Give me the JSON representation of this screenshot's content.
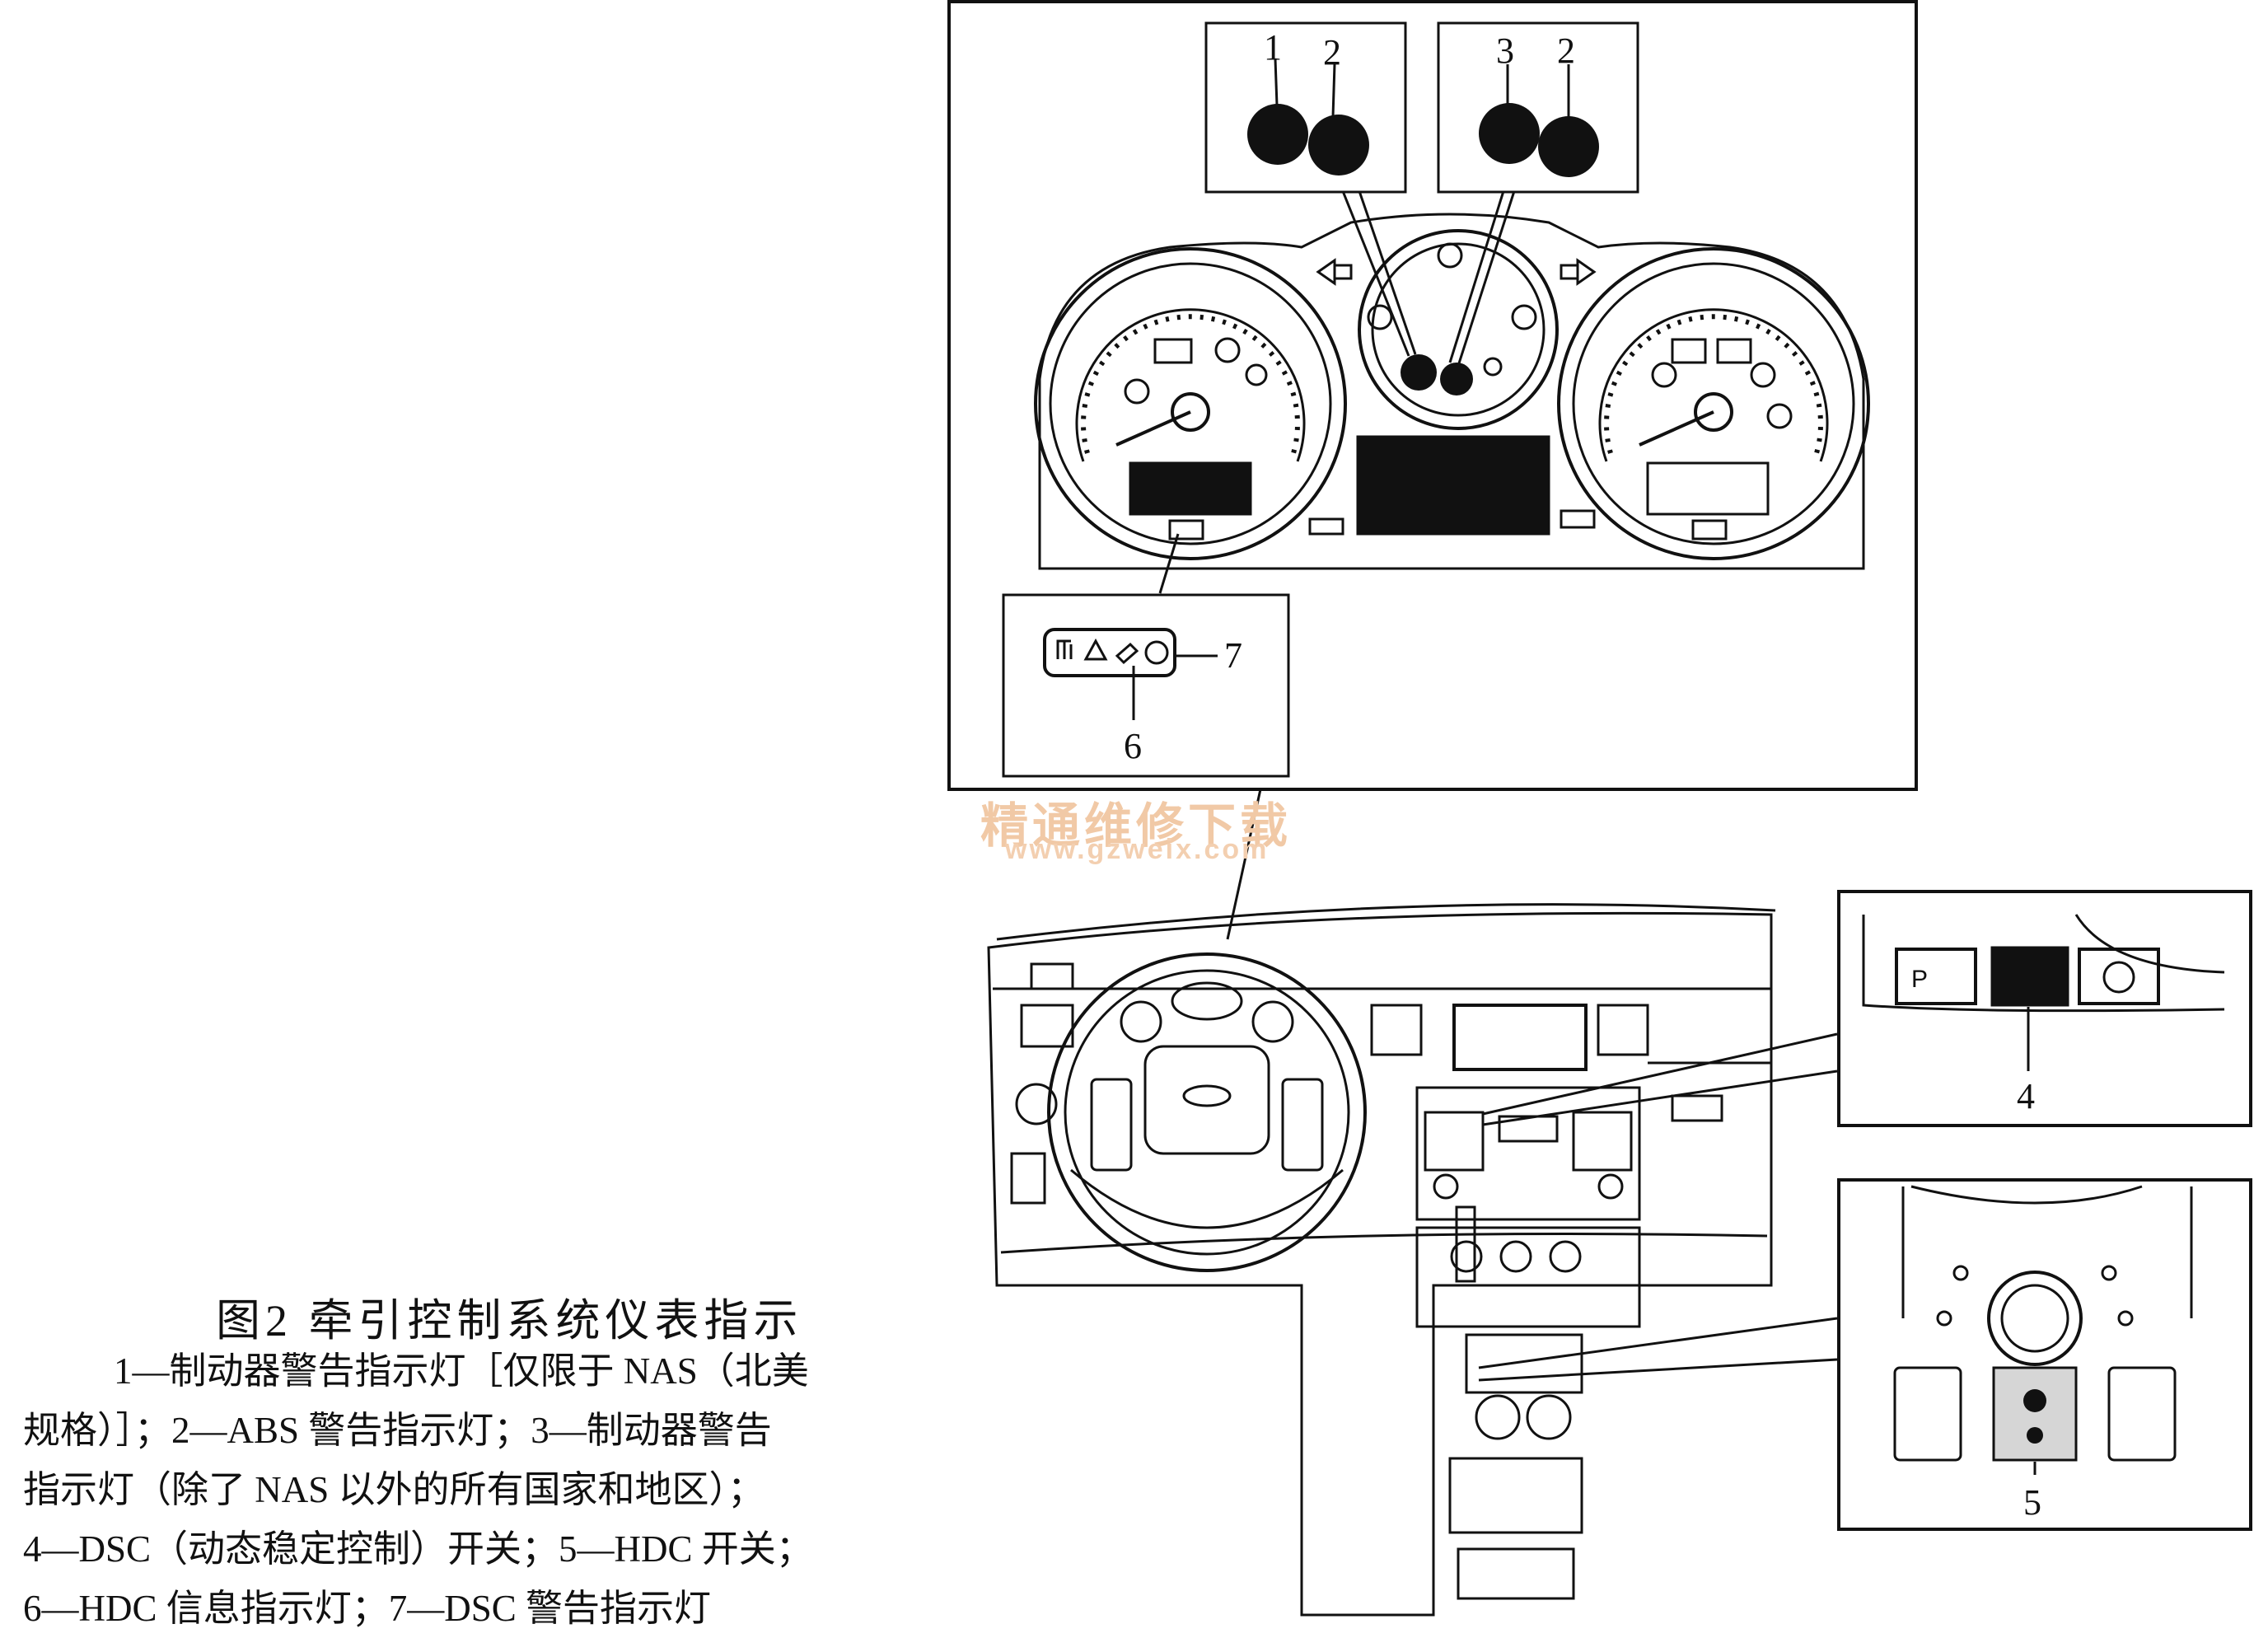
{
  "caption": {
    "title": "图2  牵引控制系统仪表指示",
    "lines": [
      "1—制动器警告指示灯［仅限于 NAS（北美",
      "规格）］；2—ABS 警告指示灯；3—制动器警告",
      "指示灯（除了 NAS 以外的所有国家和地区）；",
      "4—DSC（动态稳定控制）开关；5—HDC 开关；",
      "6—HDC 信息指示灯；7—DSC 警告指示灯"
    ]
  },
  "watermark": {
    "site_name": "精通维修下载",
    "url": "www.gzweix.com"
  },
  "callouts": {
    "inset_left": [
      "1",
      "2"
    ],
    "inset_right": [
      "3",
      "2"
    ],
    "hdc_info": "6",
    "dsc_warning": "7",
    "dsc_switch": "4",
    "hdc_switch": "5"
  },
  "colors": {
    "ink": "#111111",
    "watermark": "#f1c9a6"
  }
}
